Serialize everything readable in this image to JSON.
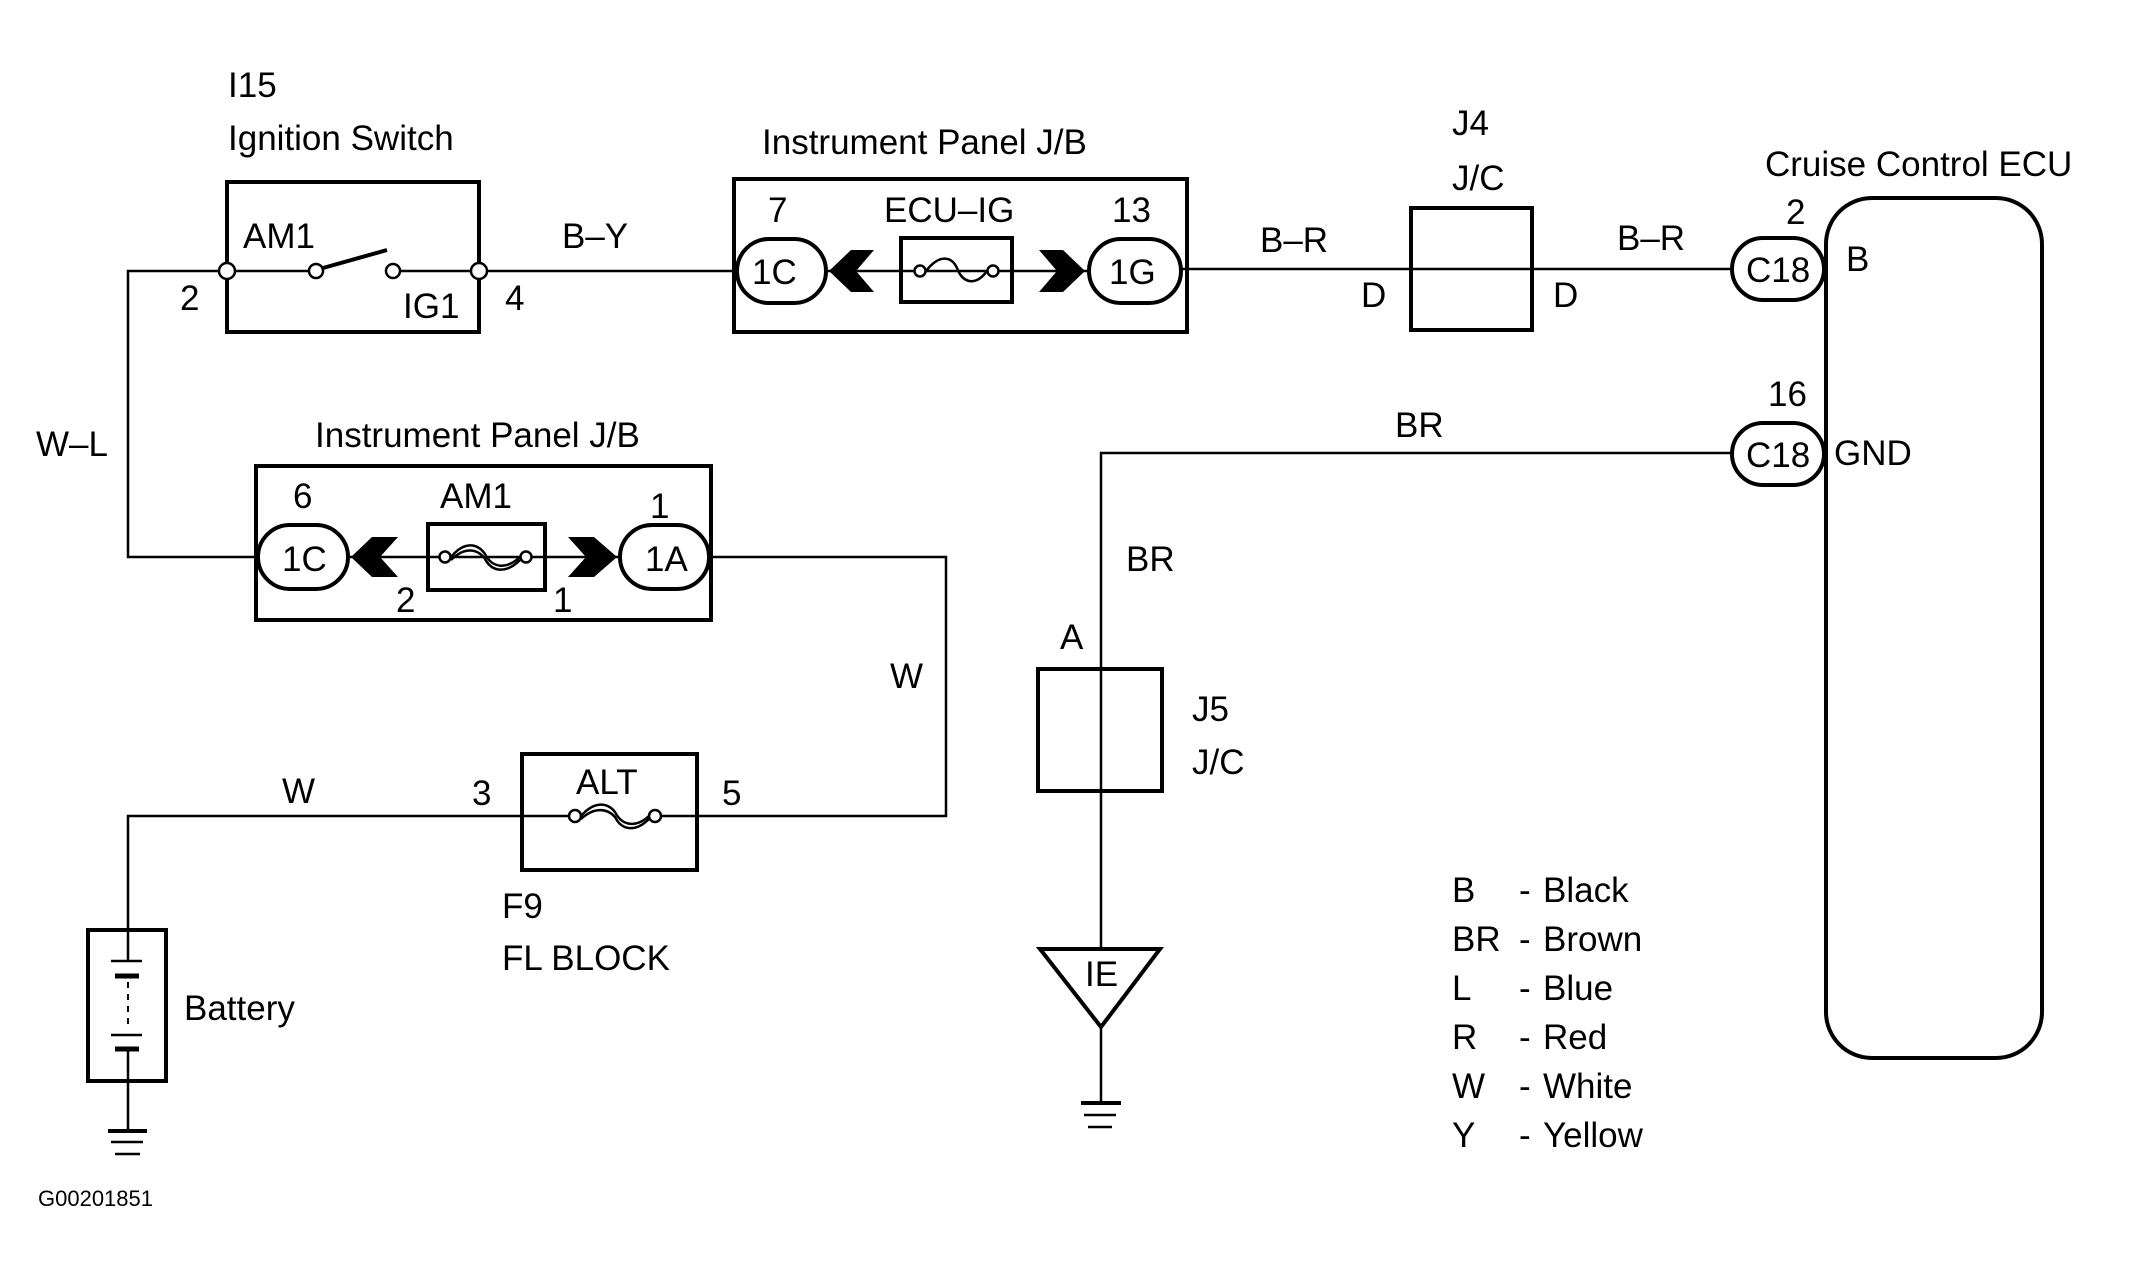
{
  "ignition_switch": {
    "code": "I15",
    "name": "Ignition Switch",
    "terminal_in_label": "AM1",
    "terminal_out_label": "IG1",
    "pin_in": "2",
    "pin_out": "4"
  },
  "jb_top": {
    "title": "Instrument Panel J/B",
    "fuse_name": "ECU–IG",
    "left_connector": "1C",
    "left_pin": "7",
    "right_connector": "1G",
    "right_pin": "13"
  },
  "jb_bottom": {
    "title": "Instrument Panel J/B",
    "fuse_name": "AM1",
    "left_connector": "1C",
    "left_pin": "6",
    "right_connector": "1A",
    "right_pin": "1",
    "fuse_pin_left": "2",
    "fuse_pin_right": "1"
  },
  "j4": {
    "code": "J4",
    "type": "J/C",
    "pin_left": "D",
    "pin_right": "D"
  },
  "j5": {
    "code": "J5",
    "type": "J/C",
    "pin_top": "A"
  },
  "ecu": {
    "name": "Cruise Control ECU",
    "pins": [
      {
        "connector": "C18",
        "number": "2",
        "signal": "B"
      },
      {
        "connector": "C18",
        "number": "16",
        "signal": "GND"
      }
    ]
  },
  "fl_block": {
    "fuse_name": "ALT",
    "code": "F9",
    "name": "FL BLOCK",
    "pin_left": "3",
    "pin_right": "5"
  },
  "battery": {
    "name": "Battery"
  },
  "ground_point": {
    "code": "IE"
  },
  "wires": {
    "switch_to_jb": "B–Y",
    "jb_to_j4": "B–R",
    "j4_to_ecu": "B–R",
    "switch_to_jb_bottom": "W–L",
    "jb_bottom_to_fl": "W",
    "battery_to_fl": "W",
    "ecu_gnd_horizontal": "BR",
    "ecu_gnd_vertical": "BR"
  },
  "legend": [
    {
      "code": "B",
      "color": "Black"
    },
    {
      "code": "BR",
      "color": "Brown"
    },
    {
      "code": "L",
      "color": "Blue"
    },
    {
      "code": "R",
      "color": "Red"
    },
    {
      "code": "W",
      "color": "White"
    },
    {
      "code": "Y",
      "color": "Yellow"
    }
  ],
  "figure_id": "G00201851"
}
